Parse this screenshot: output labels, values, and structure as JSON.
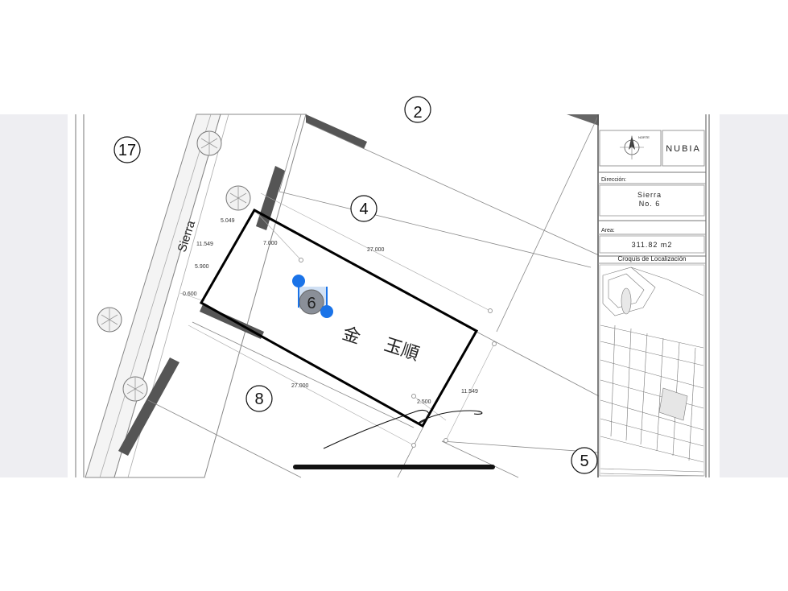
{
  "plan": {
    "street_name": "Sierra",
    "lots": {
      "lot17": "17",
      "lot4": "4",
      "lot8": "8",
      "lot5": "5",
      "lot2": "2",
      "lot6": "6"
    },
    "dimensions": {
      "d5049": "5.049",
      "d11549_left": "11.549",
      "d7000": "7.000",
      "d27000_top": "27.000",
      "d5900": "5.900",
      "d0600": "0.600",
      "d27000_bottom": "27.000",
      "d2500": "2.500",
      "d11549_right": "11.549"
    },
    "owner_handwriting": [
      "金",
      "玉順"
    ]
  },
  "title_block": {
    "logo_text": "NUBIA",
    "logo_small": "NORTE",
    "address_label": "Dirección:",
    "address_line1": "Sierra",
    "address_line2": "No. 6",
    "area_label": "Area:",
    "area_value": "311.82 m2",
    "location_label": "Croquis de Localización"
  },
  "colors": {
    "selection_handle": "#1a73e8",
    "lot_outline": "#000000",
    "band_background": "#eeeef2"
  }
}
